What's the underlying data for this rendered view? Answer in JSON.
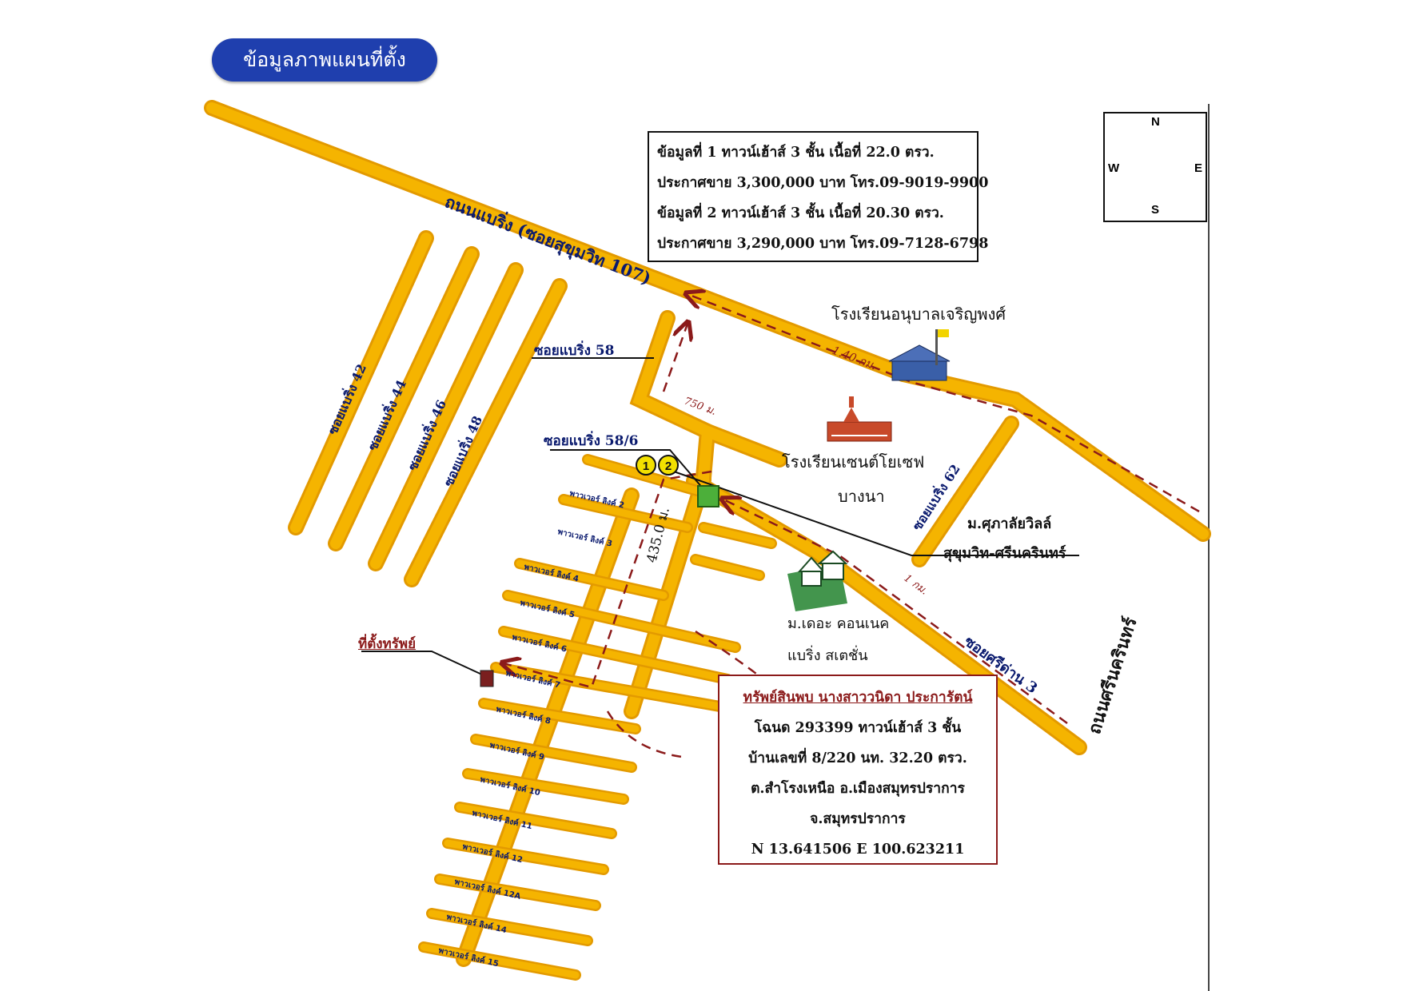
{
  "header": {
    "title": "ข้อมูลภาพแผนที่ตั้ง"
  },
  "info_box": {
    "lines": [
      "ข้อมูลที่ 1 ทาวน์เฮ้าส์ 3 ชั้น เนื้อที่ 22.0 ตรว.",
      "ประกาศขาย 3,300,000 บาท โทร.09-9019-9900",
      "ข้อมูลที่ 2 ทาวน์เฮ้าส์ 3 ชั้น เนื้อที่ 20.30 ตรว.",
      "ประกาศขาย 3,290,000 บาท โทร.09-7128-6798"
    ]
  },
  "compass": {
    "n": "N",
    "s": "S",
    "e": "E",
    "w": "W",
    "icon": "compass-rose-icon"
  },
  "roads": {
    "main": "ถนนแบริ่ง (ซอยสุขุมวิท 107)",
    "soi42": "ซอยแบริ่ง 42",
    "soi44": "ซอยแบริ่ง 44",
    "soi46": "ซอยแบริ่ง 46",
    "soi48": "ซอยแบริ่ง 48",
    "soi58": "ซอยแบริ่ง 58",
    "soi58_6": "ซอยแบริ่ง 58/6",
    "soi62": "ซอยแบริ่ง 62",
    "sinakarin": "ถนนศรีนครินทร์",
    "soi_srisuk3": "ซอยศรีด่าน 3"
  },
  "distances": {
    "d_1_4km": "1.40 กม.",
    "d_750m": "750 ม.",
    "d_1km": "1 กม.",
    "d_435m": "435.0 ม."
  },
  "landmarks": {
    "school1": "โรงเรียนอนุบาลเจริญพงศ์",
    "school2_l1": "โรงเรียนเซนต์โยเซฟ",
    "school2_l2": "บางนา",
    "village1_l1": "ม.ศุภาลัยวิลล์",
    "village1_l2": "สุขุมวิท-ศรีนครินทร์",
    "village2_l1": "ม.เดอะ คอนเนค",
    "village2_l2": "แบริ่ง สเตชั่น",
    "property_label": "ที่ตั้งทรัพย์"
  },
  "markers": {
    "m1": "1",
    "m2": "2"
  },
  "property_box": {
    "title": "ทรัพย์สินพบ นางสาววนิดา ประการัตน์",
    "lines": [
      "โฉนด 293399 ทาวน์เฮ้าส์ 3 ชั้น",
      "บ้านเลขที่ 8/220 นท. 32.20 ตรว.",
      "ต.สำโรงเหนือ อ.เมืองสมุทรปราการ",
      "จ.สมุทรปราการ",
      "N 13.641506 E 100.623211"
    ]
  },
  "sub_lanes": [
    "พาวเวอร์ ลิงค์ 2",
    "พาวเวอร์ ลิงค์ 3",
    "พาวเวอร์ ลิงค์ 4",
    "พาวเวอร์ ลิงค์ 5",
    "พาวเวอร์ ลิงค์ 6",
    "พาวเวอร์ ลิงค์ 7",
    "พาวเวอร์ ลิงค์ 8",
    "พาวเวอร์ ลิงค์ 9",
    "พาวเวอร์ ลิงค์ 10",
    "พาวเวอร์ ลิงค์ 11",
    "พาวเวอร์ ลิงค์ 12",
    "พาวเวอร์ ลิงค์ 12A",
    "พาวเวอร์ ลิงค์ 14",
    "พาวเวอร์ ลิงค์ 15"
  ],
  "colors": {
    "road": "#f5b400",
    "road_edge": "#e39a00",
    "route": "#8b1a1a",
    "title_bg": "#1f3fae",
    "label": "#0a1a6e"
  }
}
